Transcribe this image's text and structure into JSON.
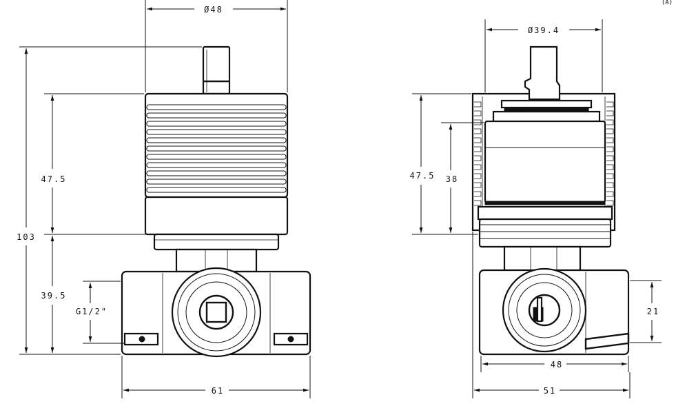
{
  "front_view": {
    "diameter_top": "Ø48",
    "height_total": "103",
    "height_cartridge": "47.5",
    "height_body": "39.5",
    "thread": "G1/2\"",
    "width_body": "61"
  },
  "side_view": {
    "diameter_top": "Ø39.4",
    "height_cartridge": "47.5",
    "height_inner": "38",
    "height_outlet": "21",
    "width_inner": "48",
    "width_body": "51"
  },
  "corner_mark": "(A)"
}
